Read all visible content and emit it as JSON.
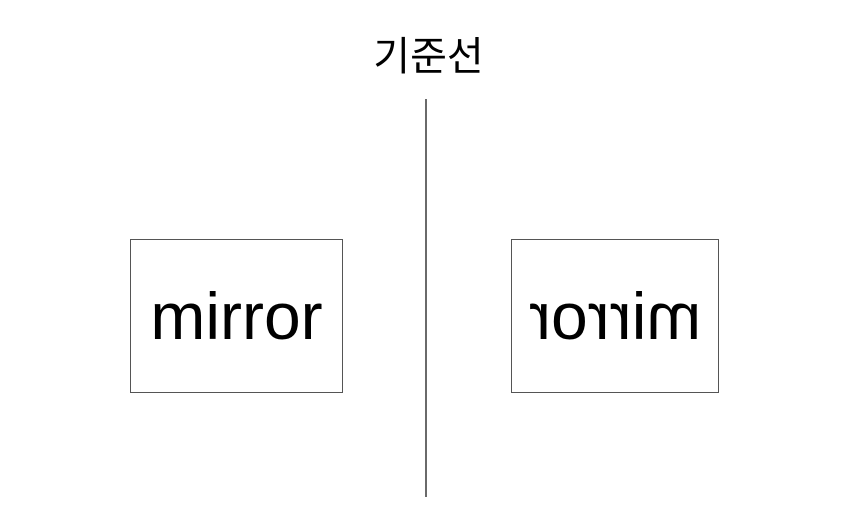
{
  "title": {
    "text": "기준선"
  },
  "boxes": [
    {
      "label": "mirror",
      "mirrored": false
    },
    {
      "label": "mirror",
      "mirrored": true
    }
  ],
  "reference_line": {
    "orientation": "vertical"
  },
  "colors": {
    "background": "#ffffff",
    "text": "#000000",
    "box_border": "#555555",
    "reference_line": "#6a6a6a"
  }
}
